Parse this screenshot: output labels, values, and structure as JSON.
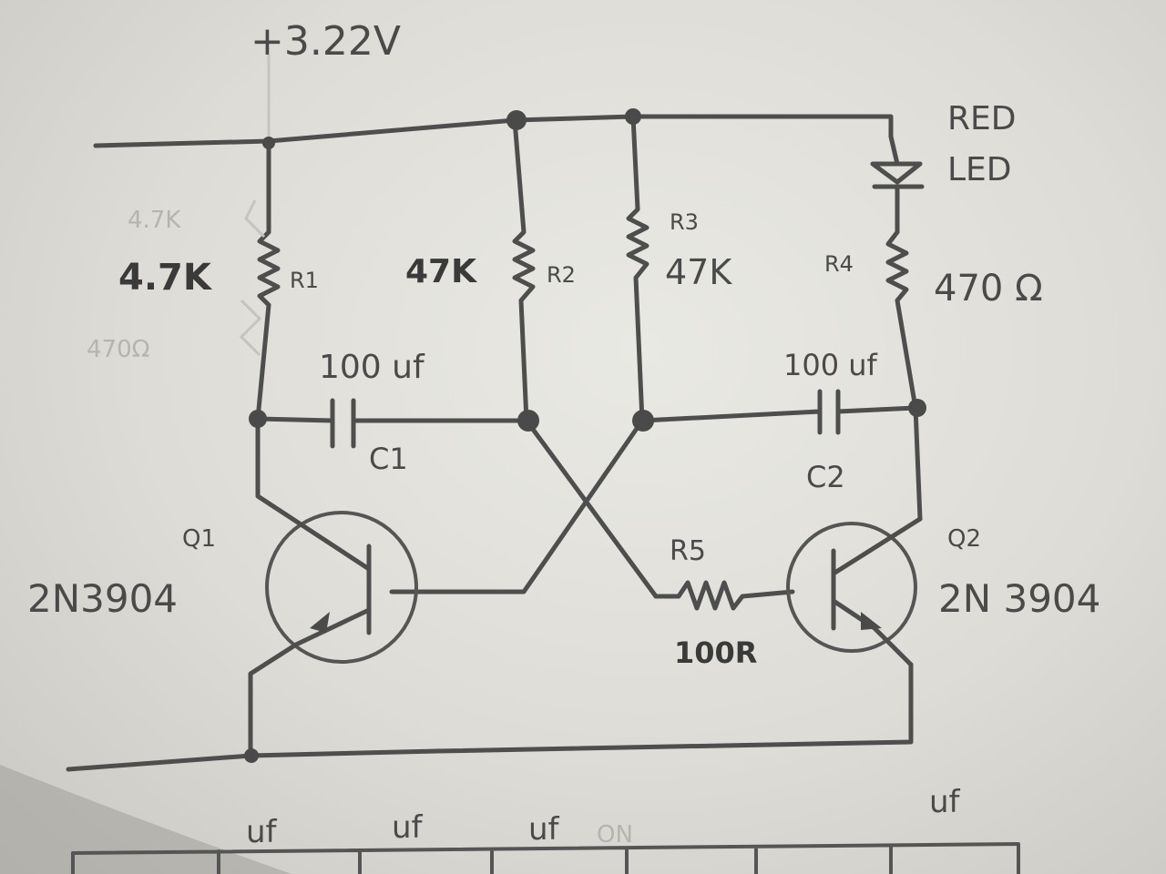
{
  "labels": {
    "supply": "+3.22V",
    "led_line1": "RED",
    "led_line2": "LED",
    "ghost_top": "4.7K",
    "ghost_bottom": "470Ω",
    "r1_value": "4.7K",
    "r1_name": "R1",
    "r2_value": "47K",
    "r2_name": "R2",
    "r3_name": "R3",
    "r3_value": "47K",
    "r4_name": "R4",
    "r4_value": "470 Ω",
    "c1_value": "100 uf",
    "c1_name": "C1",
    "c2_value": "100 uf",
    "c2_name": "C2",
    "q1_name": "Q1",
    "q1_part": "2N3904",
    "q2_name": "Q2",
    "q2_part": "2N 3904",
    "r5_name": "R5",
    "r5_value": "100R"
  },
  "table": {
    "headers": [
      "uf",
      "uf",
      "uf",
      "uf"
    ],
    "note": "ON"
  }
}
